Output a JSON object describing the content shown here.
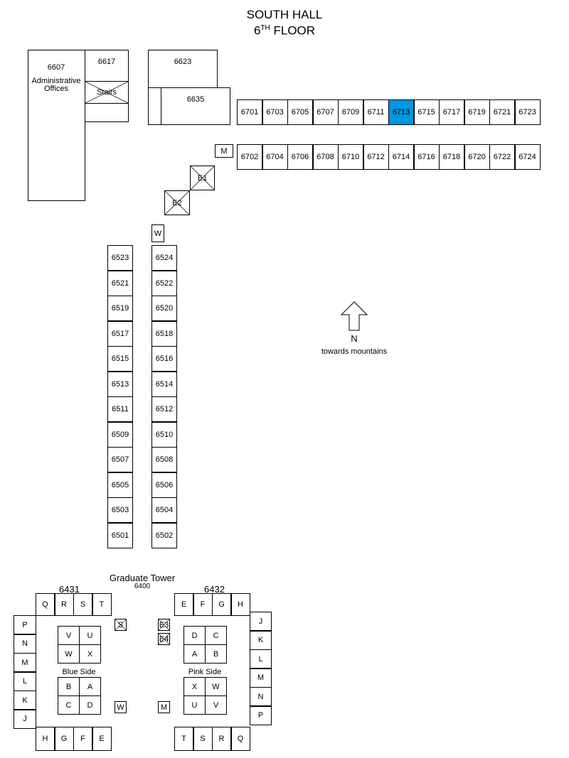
{
  "header": {
    "building": "SOUTH HALL",
    "floor_number": "6",
    "floor_suffix": "TH",
    "floor_word": "FLOOR"
  },
  "colors": {
    "highlight": "#0096e0"
  },
  "west_block": {
    "admin_number": "6607",
    "admin_label_line1": "Administrative",
    "admin_label_line2": "Offices",
    "room_6617": "6617",
    "stairs": "Stairs",
    "room_6623": "6623",
    "room_6635": "6635"
  },
  "north_corridor": {
    "top_row": [
      "6701",
      "6703",
      "6705",
      "6707",
      "6709",
      "6711",
      "6713",
      "6715",
      "6717",
      "6719",
      "6721",
      "6723"
    ],
    "bottom_row": [
      "6702",
      "6704",
      "6706",
      "6708",
      "6710",
      "6712",
      "6714",
      "6716",
      "6718",
      "6720",
      "6722",
      "6724"
    ],
    "highlighted": "6713",
    "restroom_m": "M"
  },
  "elevators": {
    "e1": "E1",
    "e2": "E2"
  },
  "south_corridor": {
    "restroom_w": "W",
    "left_column": [
      "6523",
      "6521",
      "6519",
      "6517",
      "6515",
      "6513",
      "6511",
      "6509",
      "6507",
      "6505",
      "6503",
      "6501"
    ],
    "right_column": [
      "6524",
      "6522",
      "6520",
      "6518",
      "6516",
      "6514",
      "6512",
      "6510",
      "6508",
      "6506",
      "6504",
      "6502"
    ]
  },
  "compass": {
    "letter": "N",
    "caption": "towards mountains",
    "icon": "north-arrow-icon"
  },
  "graduate_tower": {
    "title": "Graduate Tower",
    "number": "6400",
    "left_number": "6431",
    "right_number": "6432",
    "left": {
      "top_row": [
        "Q",
        "R",
        "S",
        "T"
      ],
      "left_col": [
        "P",
        "N",
        "M",
        "L",
        "K",
        "J"
      ],
      "bottom_row": [
        "H",
        "G",
        "F",
        "E"
      ],
      "upper_grid": [
        "V",
        "U",
        "W",
        "X"
      ],
      "lower_grid": [
        "B",
        "A",
        "C",
        "D"
      ],
      "side_label": "Blue Side",
      "stairs": "S",
      "restroom": "W"
    },
    "right": {
      "top_row": [
        "E",
        "F",
        "G",
        "H"
      ],
      "right_col": [
        "J",
        "K",
        "L",
        "M",
        "N",
        "P"
      ],
      "bottom_row": [
        "T",
        "S",
        "R",
        "Q"
      ],
      "upper_grid": [
        "D",
        "C",
        "A",
        "B"
      ],
      "lower_grid": [
        "X",
        "W",
        "U",
        "V"
      ],
      "side_label": "Pink Side",
      "elevator_e3": "E3",
      "elevator_e4": "E4",
      "restroom": "M"
    }
  }
}
